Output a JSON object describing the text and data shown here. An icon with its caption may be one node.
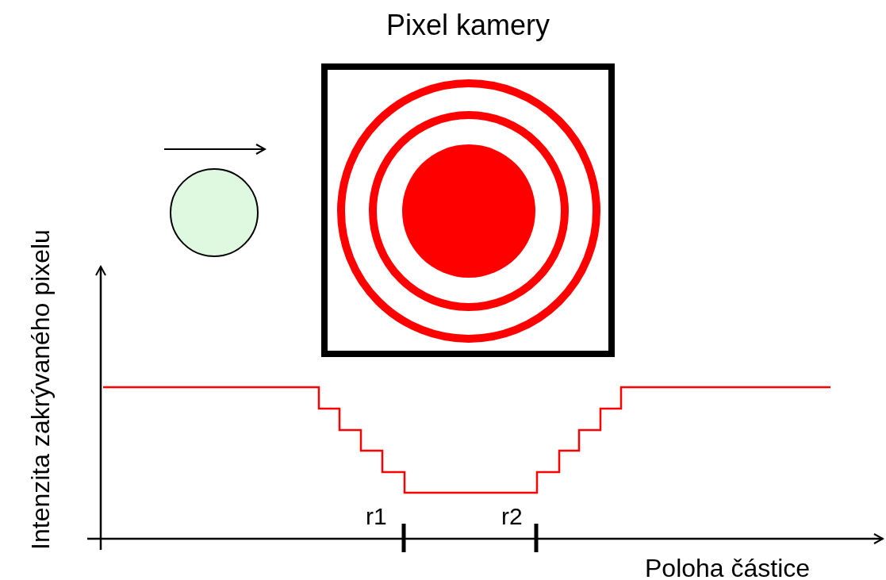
{
  "diagram": {
    "nodes": [
      {
        "text": [
          "Pixel kamery"
        ]
      },
      {
        "text": [],
        "shape": "circle"
      }
    ],
    "labels": [
      "Intenzita zakrývaného pixelu",
      "r1",
      "r2",
      "Poloha částice"
    ]
  }
}
